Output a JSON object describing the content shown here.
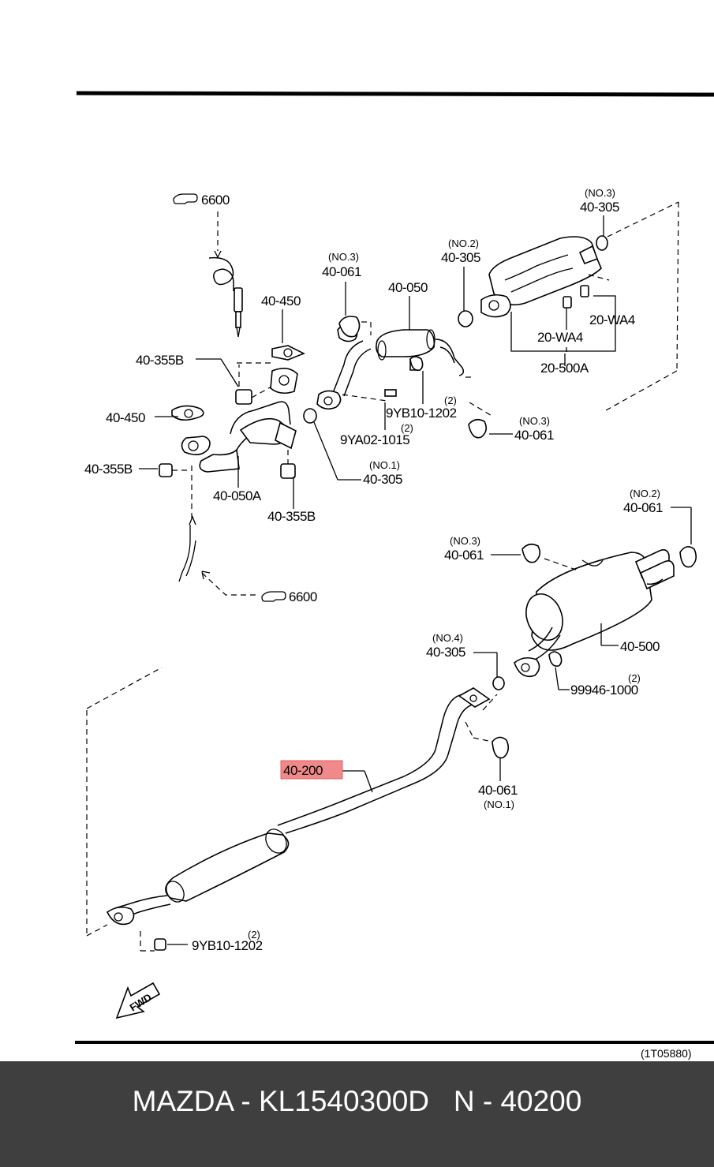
{
  "diagram": {
    "code": "(1T05880)",
    "fwd": "FWD",
    "labels": {
      "l6600_top": "6600",
      "l6600_bot": "6600",
      "l40450_a": "40-450",
      "l40450_b": "40-450",
      "l40355b_a": "40-355B",
      "l40355b_b": "40-355B",
      "l40355b_c": "40-355B",
      "l40050a": "40-050A",
      "l40050": "40-050",
      "l40061_no3a_q": "(NO.3)",
      "l40061_no3a": "40-061",
      "l40305_no2_q": "(NO.2)",
      "l40305_no2": "40-305",
      "l40305_no3_q": "(NO.3)",
      "l40305_no3": "40-305",
      "l20wa4_a": "20-WA4",
      "l20wa4_b": "20-WA4",
      "l20500a": "20-500A",
      "l9yb10_a": "9YB10-1202",
      "l9yb10_a_q": "(2)",
      "l9ya02": "9YA02-1015",
      "l9ya02_q": "(2)",
      "l40061_no3b_q": "(NO.3)",
      "l40061_no3b": "40-061",
      "l40305_no1_q": "(NO.1)",
      "l40305_no1": "40-305",
      "l40061_no2_q": "(NO.2)",
      "l40061_no2": "40-061",
      "l40061_no3c_q": "(NO.3)",
      "l40061_no3c": "40-061",
      "l40500": "40-500",
      "l40305_no4_q": "(NO.4)",
      "l40305_no4": "40-305",
      "l99946": "99946-1000",
      "l99946_q": "(2)",
      "l40200": "40-200",
      "l40061_no1": "40-061",
      "l40061_no1_q": "(NO.1)",
      "l9yb10_b": "9YB10-1202",
      "l9yb10_b_q": "(2)"
    },
    "highlight_color": "#f08a8a"
  },
  "footer": {
    "text": "MAZDA - KL1540300D   N - 40200"
  }
}
